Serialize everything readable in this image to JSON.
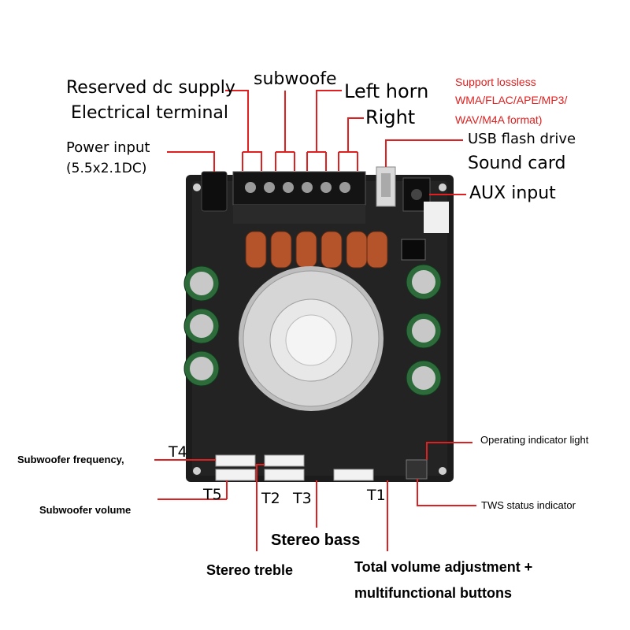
{
  "labels": {
    "reserved_dc": "Reserved dc supply",
    "electrical_terminal": "Electrical terminal",
    "subwoofe": "subwoofe",
    "left_horn": "Left horn",
    "right": "Right",
    "power_input": "Power input",
    "power_input_spec": "(5.5x2.1DC)",
    "support_lossless_1": "Support lossless",
    "support_lossless_2": "WMA/FLAC/APE/MP3/",
    "support_lossless_3": "WAV/M4A format)",
    "usb_flash_drive": "USB flash drive",
    "sound_card": "Sound card",
    "aux_input": "AUX input",
    "operating_indicator": "Operating indicator light",
    "tws_status": "TWS status indicator",
    "subwoofer_frequency": "Subwoofer frequency,",
    "subwoofer_volume": "Subwoofer volume",
    "stereo_bass": "Stereo bass",
    "stereo_treble": "Stereo treble",
    "total_volume_1": "Total volume adjustment +",
    "total_volume_2": "multifunctional buttons",
    "t1": "T1",
    "t2": "T2",
    "t3": "T3",
    "t4": "T4",
    "t5": "T5"
  },
  "colors": {
    "callout_line": "#e02020",
    "pcb": "#1c1c1c",
    "copper": "#b5532a",
    "heatsink": "#c9c9c9",
    "capacitor": "#2d6b3a"
  }
}
